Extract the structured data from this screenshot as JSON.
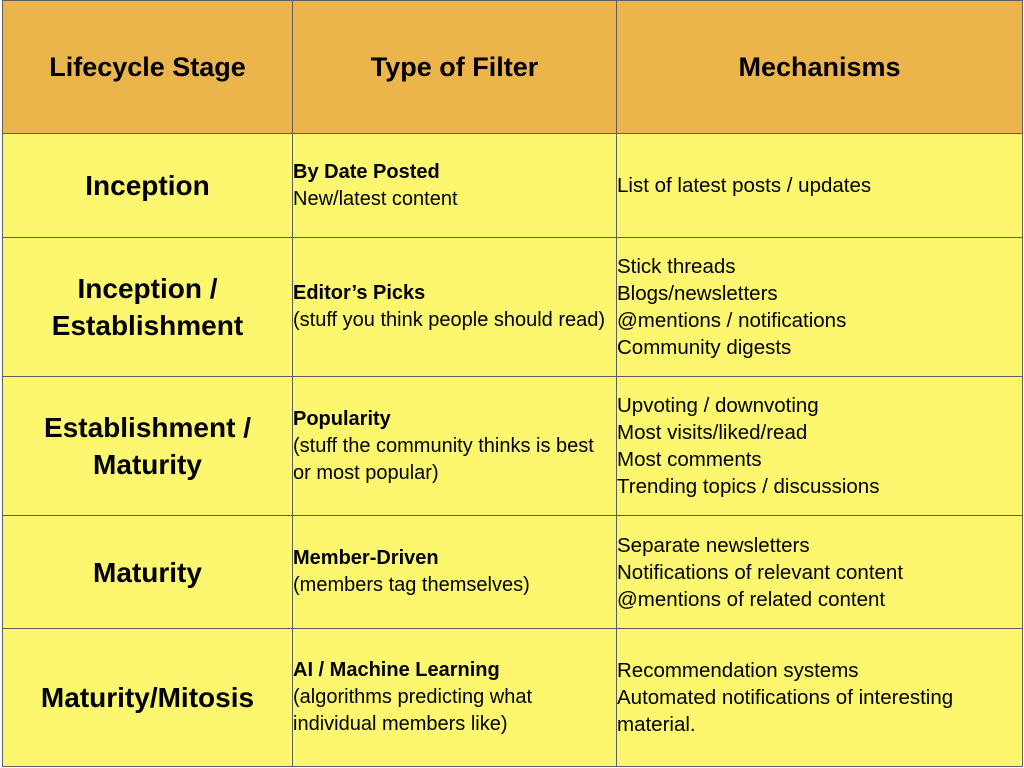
{
  "header": {
    "col1": "Lifecycle Stage",
    "col2": "Type of Filter",
    "col3": "Mechanisms"
  },
  "rows": [
    {
      "stage": "Inception",
      "filter_title": "By Date Posted",
      "filter_desc": "New/latest content",
      "mechanisms": [
        "List of latest posts / updates"
      ]
    },
    {
      "stage": "Inception / Establishment",
      "filter_title": "Editor’s Picks",
      "filter_desc": "(stuff you think people should read)",
      "mechanisms": [
        "Stick threads",
        "Blogs/newsletters",
        "@mentions / notifications",
        "Community digests"
      ]
    },
    {
      "stage": "Establishment / Maturity",
      "filter_title": "Popularity",
      "filter_desc": "(stuff the community thinks is best or most popular)",
      "mechanisms": [
        "Upvoting / downvoting",
        "Most visits/liked/read",
        "Most comments",
        "Trending topics / discussions"
      ]
    },
    {
      "stage": "Maturity",
      "filter_title": "Member-Driven",
      "filter_desc": "(members tag themselves)",
      "mechanisms": [
        "Separate newsletters",
        "Notifications of relevant content",
        "@mentions of related content"
      ]
    },
    {
      "stage": "Maturity/Mitosis",
      "filter_title": "AI / Machine Learning",
      "filter_desc": "(algorithms predicting what individual members like)",
      "mechanisms": [
        "Recommendation systems",
        "Automated notifications of interesting material."
      ]
    }
  ],
  "colors": {
    "header_bg": "#ebb54b",
    "cell_bg": "#fcf76f",
    "border": "#5e5e5e"
  }
}
